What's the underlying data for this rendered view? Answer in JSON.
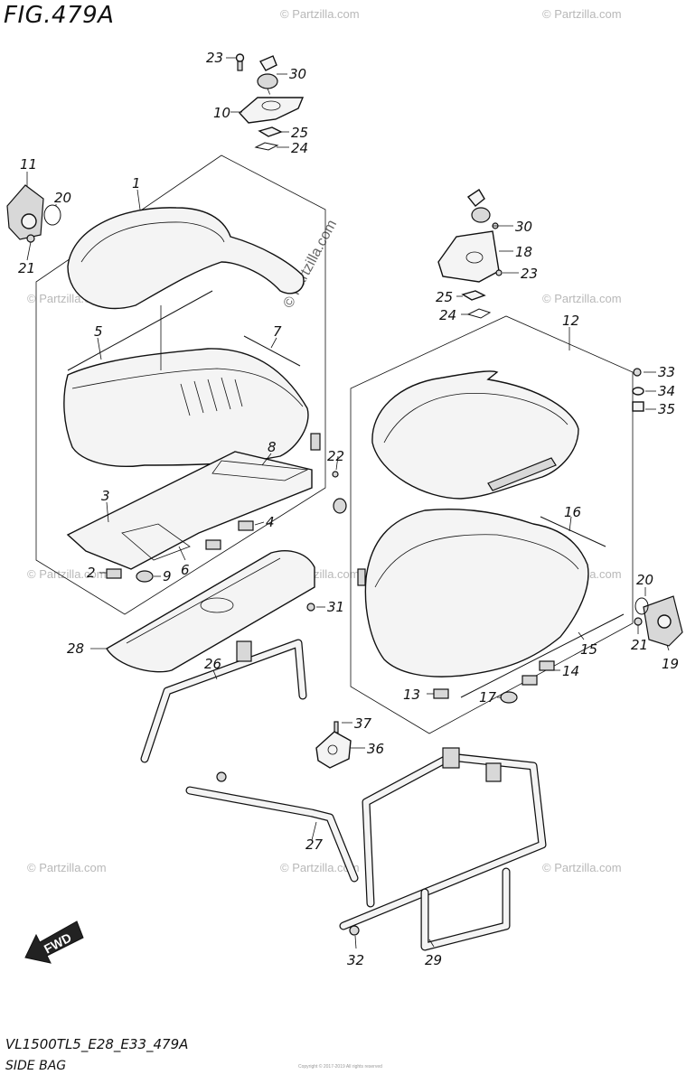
{
  "figure": {
    "title": "FIG.479A",
    "model_code": "VL1500TL5_E28_E33_479A",
    "section_name": "SIDE BAG",
    "copyright_note": "Copyright © 2017-2019 All rights reserved",
    "watermark": "© Partzilla.com",
    "fwd_label": "FWD"
  },
  "callouts": [
    {
      "id": "c23a",
      "label": "23"
    },
    {
      "id": "c30a",
      "label": "30"
    },
    {
      "id": "c10",
      "label": "10"
    },
    {
      "id": "c25a",
      "label": "25"
    },
    {
      "id": "c24a",
      "label": "24"
    },
    {
      "id": "c11",
      "label": "11"
    },
    {
      "id": "c20a",
      "label": "20"
    },
    {
      "id": "c21a",
      "label": "21"
    },
    {
      "id": "c1",
      "label": "1"
    },
    {
      "id": "c5",
      "label": "5"
    },
    {
      "id": "c7",
      "label": "7"
    },
    {
      "id": "c8",
      "label": "8"
    },
    {
      "id": "c3",
      "label": "3"
    },
    {
      "id": "c4",
      "label": "4"
    },
    {
      "id": "c2",
      "label": "2"
    },
    {
      "id": "c9",
      "label": "9"
    },
    {
      "id": "c6",
      "label": "6"
    },
    {
      "id": "c30b",
      "label": "30"
    },
    {
      "id": "c18",
      "label": "18"
    },
    {
      "id": "c23b",
      "label": "23"
    },
    {
      "id": "c25b",
      "label": "25"
    },
    {
      "id": "c24b",
      "label": "24"
    },
    {
      "id": "c12",
      "label": "12"
    },
    {
      "id": "c33",
      "label": "33"
    },
    {
      "id": "c34",
      "label": "34"
    },
    {
      "id": "c35",
      "label": "35"
    },
    {
      "id": "c22",
      "label": "22"
    },
    {
      "id": "c16",
      "label": "16"
    },
    {
      "id": "c20b",
      "label": "20"
    },
    {
      "id": "c21b",
      "label": "21"
    },
    {
      "id": "c19",
      "label": "19"
    },
    {
      "id": "c31",
      "label": "31"
    },
    {
      "id": "c15",
      "label": "15"
    },
    {
      "id": "c28",
      "label": "28"
    },
    {
      "id": "c26",
      "label": "26"
    },
    {
      "id": "c13",
      "label": "13"
    },
    {
      "id": "c14",
      "label": "14"
    },
    {
      "id": "c17",
      "label": "17"
    },
    {
      "id": "c37",
      "label": "37"
    },
    {
      "id": "c36",
      "label": "36"
    },
    {
      "id": "c27",
      "label": "27"
    },
    {
      "id": "c32",
      "label": "32"
    },
    {
      "id": "c29",
      "label": "29"
    }
  ]
}
